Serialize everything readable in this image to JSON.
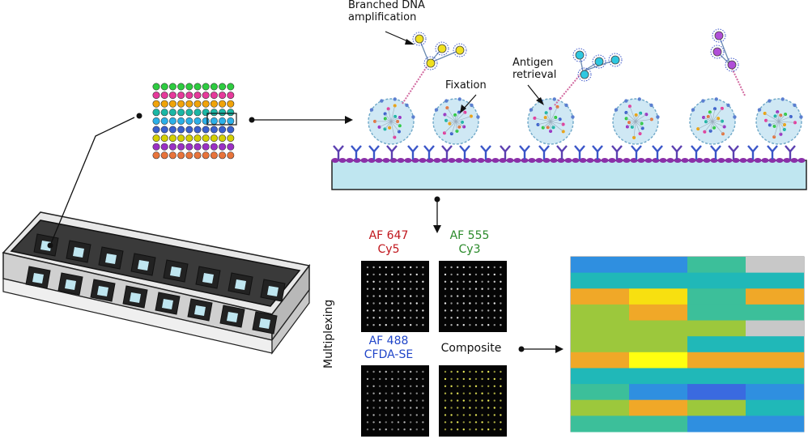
{
  "labels": {
    "branched_dna_line1": "Branched DNA",
    "branched_dna_line2": "amplification",
    "fixation": "Fixation",
    "antigen_line1": "Antigen",
    "antigen_line2": "retrieval",
    "multiplexing": "Multiplexing",
    "composite": "Composite"
  },
  "channels": [
    {
      "line1": "AF 647",
      "line2": "Cy5",
      "color": "#c0161c"
    },
    {
      "line1": "AF 555",
      "line2": "Cy3",
      "color": "#2a8a2a"
    },
    {
      "line1": "AF 488",
      "line2": "CFDA-SE",
      "color": "#2146c9"
    }
  ],
  "microarray_row_colors": [
    "#2ecc40",
    "#e6399b",
    "#f0a30a",
    "#1bb7a5",
    "#2bb0e8",
    "#3a5fcd",
    "#d4d000",
    "#9b30c4",
    "#e8743b"
  ],
  "heatmap_colors": [
    [
      "#2f8fe0",
      "#2f8fe0",
      "#3cbf9a",
      "#c8c8c8"
    ],
    [
      "#20b8b8",
      "#20b8b8",
      "#20b8b8",
      "#20b8b8"
    ],
    [
      "#f0a828",
      "#f7e010",
      "#3cbf9a",
      "#f0a828"
    ],
    [
      "#9cc83c",
      "#f0a828",
      "#3cbf9a",
      "#3cbf9a"
    ],
    [
      "#9cc83c",
      "#9cc83c",
      "#9cc83c",
      "#c8c8c8"
    ],
    [
      "#9cc83c",
      "#9cc83c",
      "#20b8b8",
      "#20b8b8"
    ],
    [
      "#f0a828",
      "#ffff10",
      "#f0a828",
      "#f0a828"
    ],
    [
      "#20b8b8",
      "#20b8b8",
      "#20b8b8",
      "#20b8b8"
    ],
    [
      "#3cbf9a",
      "#2f8fe0",
      "#3a6ae0",
      "#2f8fe0"
    ],
    [
      "#9cc83c",
      "#f0a828",
      "#9cc83c",
      "#20b8b8"
    ],
    [
      "#3cbf9a",
      "#3cbf9a",
      "#2f8fe0",
      "#2f8fe0"
    ]
  ]
}
